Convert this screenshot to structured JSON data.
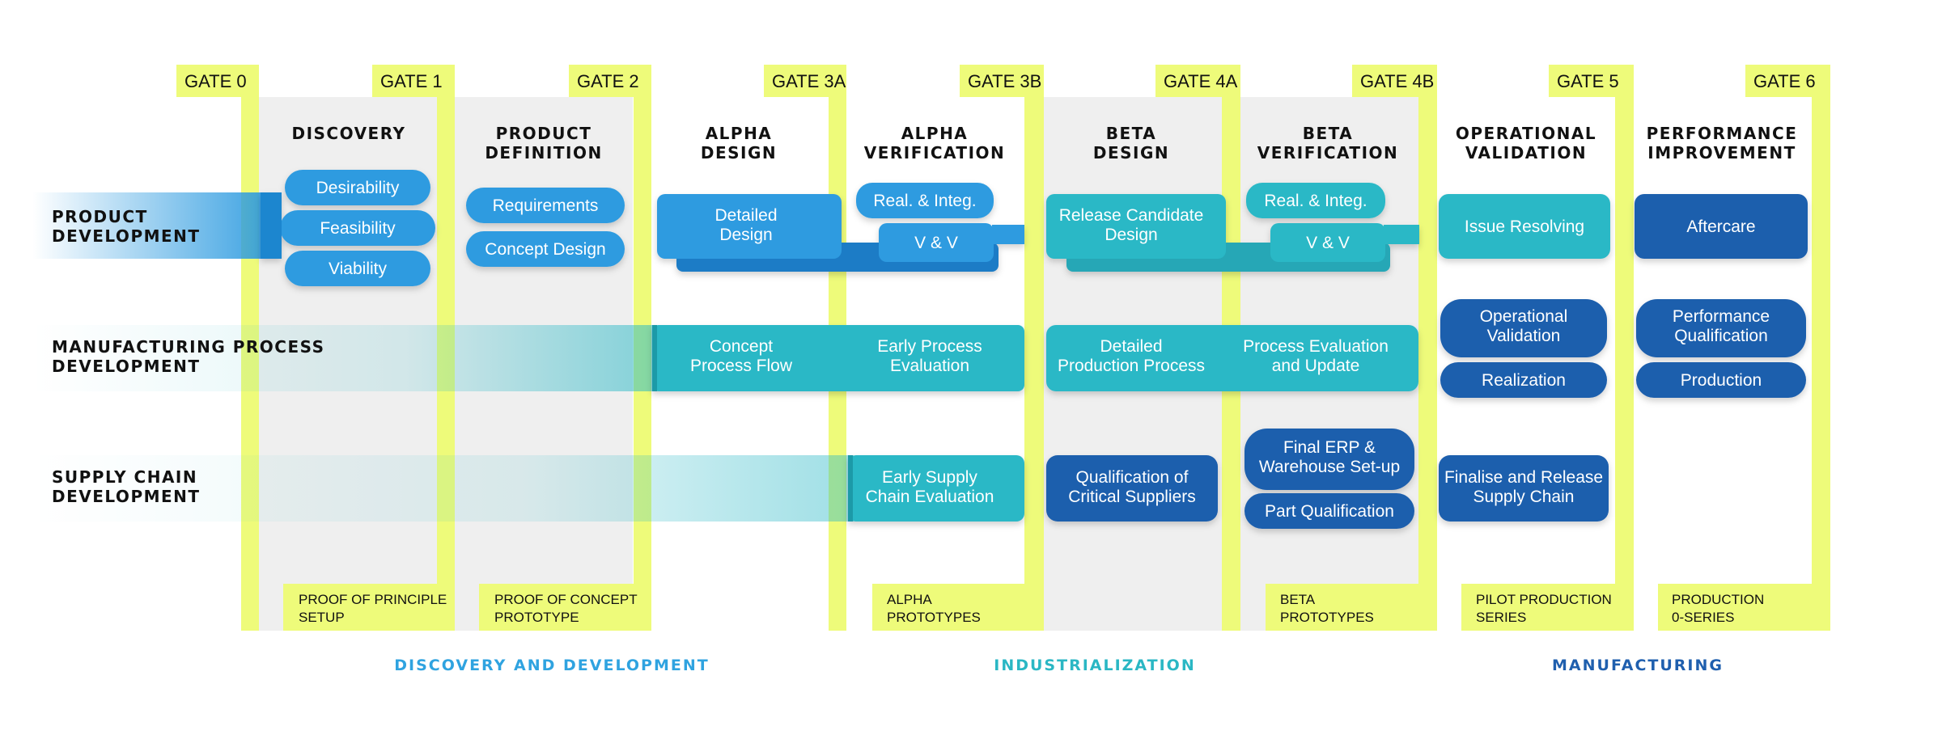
{
  "gates": [
    "GATE 0",
    "GATE 1",
    "GATE 2",
    "GATE 3A",
    "GATE 3B",
    "GATE 4A",
    "GATE 4B",
    "GATE 5",
    "GATE 6"
  ],
  "phases": [
    {
      "line1": "DISCOVERY",
      "line2": ""
    },
    {
      "line1": "PRODUCT",
      "line2": "DEFINITION"
    },
    {
      "line1": "ALPHA",
      "line2": "DESIGN"
    },
    {
      "line1": "ALPHA",
      "line2": "VERIFICATION"
    },
    {
      "line1": "BETA",
      "line2": "DESIGN"
    },
    {
      "line1": "BETA",
      "line2": "VERIFICATION"
    },
    {
      "line1": "OPERATIONAL",
      "line2": "VALIDATION"
    },
    {
      "line1": "PERFORMANCE",
      "line2": "IMPROVEMENT"
    }
  ],
  "rows": [
    {
      "line1": "PRODUCT",
      "line2": "DEVELOPMENT"
    },
    {
      "line1": "MANUFACTURING PROCESS",
      "line2": "DEVELOPMENT"
    },
    {
      "line1": "SUPPLY CHAIN",
      "line2": "DEVELOPMENT"
    }
  ],
  "activities": {
    "desirability": "Desirability",
    "feasibility": "Feasibility",
    "viability": "Viability",
    "requirements": "Requirements",
    "concept_design": "Concept Design",
    "detailed_design": [
      "Detailed",
      "Design"
    ],
    "real_integ_alpha": "Real. & Integ.",
    "vv_alpha": "V & V",
    "release_candidate": [
      "Release Candidate",
      "Design"
    ],
    "real_integ_beta": "Real. & Integ.",
    "vv_beta": "V & V",
    "issue_resolving": "Issue Resolving",
    "aftercare": "Aftercare",
    "concept_process_flow": [
      "Concept",
      "Process Flow"
    ],
    "early_process_eval": [
      "Early Process",
      "Evaluation"
    ],
    "detailed_production": [
      "Detailed",
      "Production Process"
    ],
    "process_eval_update": [
      "Process Evaluation",
      "and Update"
    ],
    "operational_validation": [
      "Operational",
      "Validation"
    ],
    "realization": "Realization",
    "performance_qualification": [
      "Performance",
      "Qualification"
    ],
    "production": "Production",
    "early_supply_chain": [
      "Early Supply",
      "Chain Evaluation"
    ],
    "qualification_critical": [
      "Qualification of",
      "Critical Suppliers"
    ],
    "final_erp": [
      "Final ERP &",
      "Warehouse Set-up"
    ],
    "part_qualification": "Part Qualification",
    "finalise_release": [
      "Finalise and Release",
      "Supply Chain"
    ]
  },
  "notes": [
    {
      "line1": "PROOF OF PRINCIPLE",
      "line2": "SETUP"
    },
    {
      "line1": "PROOF OF CONCEPT",
      "line2": "PROTOTYPE"
    },
    {
      "line1": "ALPHA",
      "line2": "PROTOTYPES"
    },
    {
      "line1": "BETA",
      "line2": "PROTOTYPES"
    },
    {
      "line1": "PILOT PRODUCTION",
      "line2": "SERIES"
    },
    {
      "line1": "PRODUCTION",
      "line2": "0-SERIES"
    }
  ],
  "stages": [
    {
      "label": "DISCOVERY AND DEVELOPMENT",
      "color": "#2fa3e0"
    },
    {
      "label": "INDUSTRIALIZATION",
      "color": "#2ab7c4"
    },
    {
      "label": "MANUFACTURING",
      "color": "#1f5fae"
    }
  ],
  "colors": {
    "gate_yellow": "#eefb7a",
    "phase_gray": "#efefef",
    "blue": "#2d9be0",
    "teal": "#2ab8c6",
    "dark_blue": "#1f5ead"
  }
}
